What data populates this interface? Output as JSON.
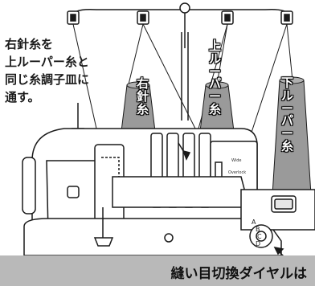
{
  "instruction_note": {
    "lines": [
      "右針糸を",
      "上ルーパー糸と",
      "同じ糸調子皿に",
      "通す。"
    ]
  },
  "spool_labels": {
    "right_needle": "右針糸",
    "upper_looper": "上ルーパー糸",
    "lower_looper": "下ルーパー糸"
  },
  "machine_text": {
    "wide_label": "Wide",
    "overlock_label": "Overlock"
  },
  "dial_letters": [
    "A",
    "B",
    "C",
    "D"
  ],
  "bottom_caption": "縫い目切換ダイヤルは",
  "colors": {
    "spool": "#9a9a9a",
    "machine_fill": "#ffffff",
    "outline": "#1a1a1a",
    "bottom_bar": "#b9b9b9"
  }
}
